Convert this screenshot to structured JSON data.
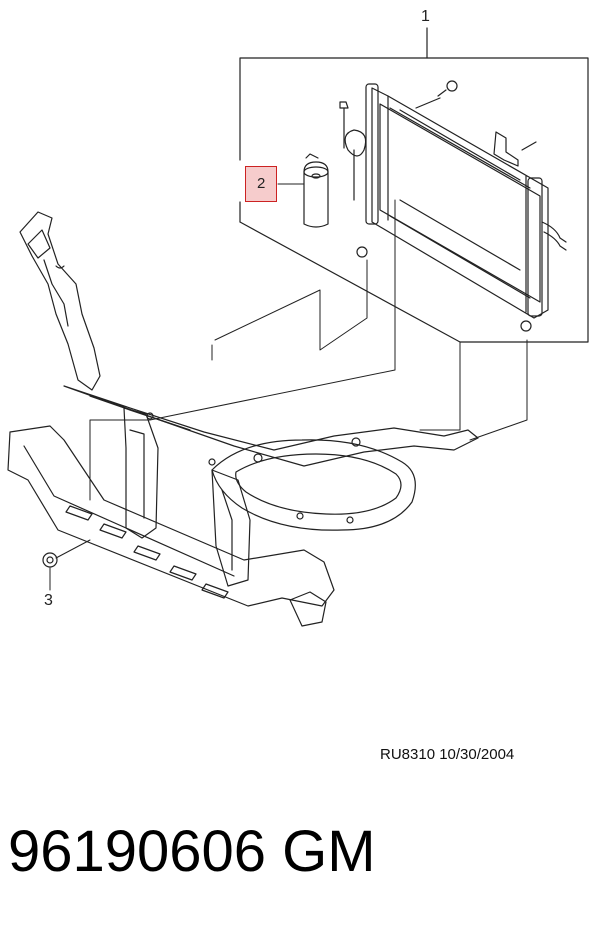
{
  "callouts": {
    "one": "1",
    "two": "2",
    "three": "3"
  },
  "diagram_code": "RU8310  10/30/2004",
  "part_number": "96190606    GM",
  "colors": {
    "line": "#222222",
    "highlight_fill": "#f6cccc",
    "highlight_border": "#cc2222"
  }
}
